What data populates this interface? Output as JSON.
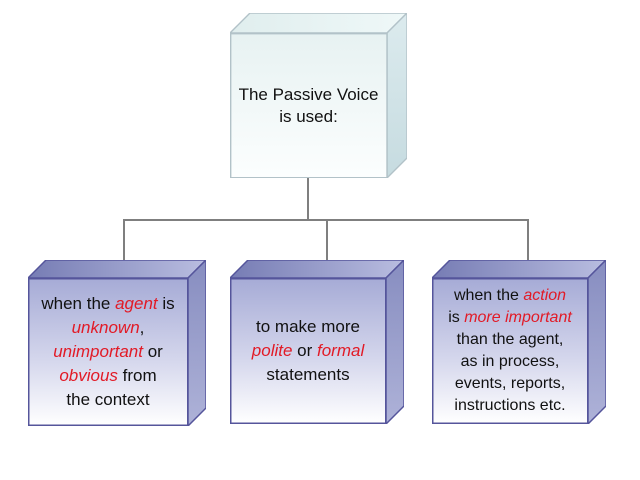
{
  "slide": {
    "kind": "passive-voice-usage-diagram"
  },
  "colors": {
    "background": "#ffffff",
    "text": "#111111",
    "emphasis_red": "#e21a26",
    "connector_gray": "#7f7f7f",
    "child_box_border": "#55559b",
    "child_box_face_top": "#a6abd6",
    "child_box_face_bottom": "#ffffff",
    "root_box_border": "#b2c2c8",
    "root_box_face": "#e9f4f4"
  },
  "root_box": {
    "lines": [
      [
        {
          "t": "The Passive Voice"
        }
      ],
      [
        {
          "t": "is used:"
        }
      ]
    ]
  },
  "child_boxes": [
    {
      "lines": [
        [
          {
            "t": "when the "
          },
          {
            "t": "agent",
            "em": true
          },
          {
            "t": " is"
          }
        ],
        [
          {
            "t": "unknown",
            "em": true
          },
          {
            "t": ","
          }
        ],
        [
          {
            "t": "unimportant",
            "em": true
          },
          {
            "t": " or"
          }
        ],
        [
          {
            "t": "obvious",
            "em": true
          },
          {
            "t": " from"
          }
        ],
        [
          {
            "t": "the context"
          }
        ]
      ]
    },
    {
      "lines": [
        [
          {
            "t": "to make more"
          }
        ],
        [
          {
            "t": "polite",
            "em": true
          },
          {
            "t": " or "
          },
          {
            "t": "formal",
            "em": true
          }
        ],
        [
          {
            "t": "statements"
          }
        ]
      ]
    },
    {
      "lines": [
        [
          {
            "t": "when the "
          },
          {
            "t": "action",
            "em": true
          }
        ],
        [
          {
            "t": "is "
          },
          {
            "t": "more important",
            "em": true
          }
        ],
        [
          {
            "t": "than the agent,"
          }
        ],
        [
          {
            "t": "as in process,"
          }
        ],
        [
          {
            "t": "events, reports,"
          }
        ],
        [
          {
            "t": "instructions etc."
          }
        ]
      ]
    }
  ]
}
